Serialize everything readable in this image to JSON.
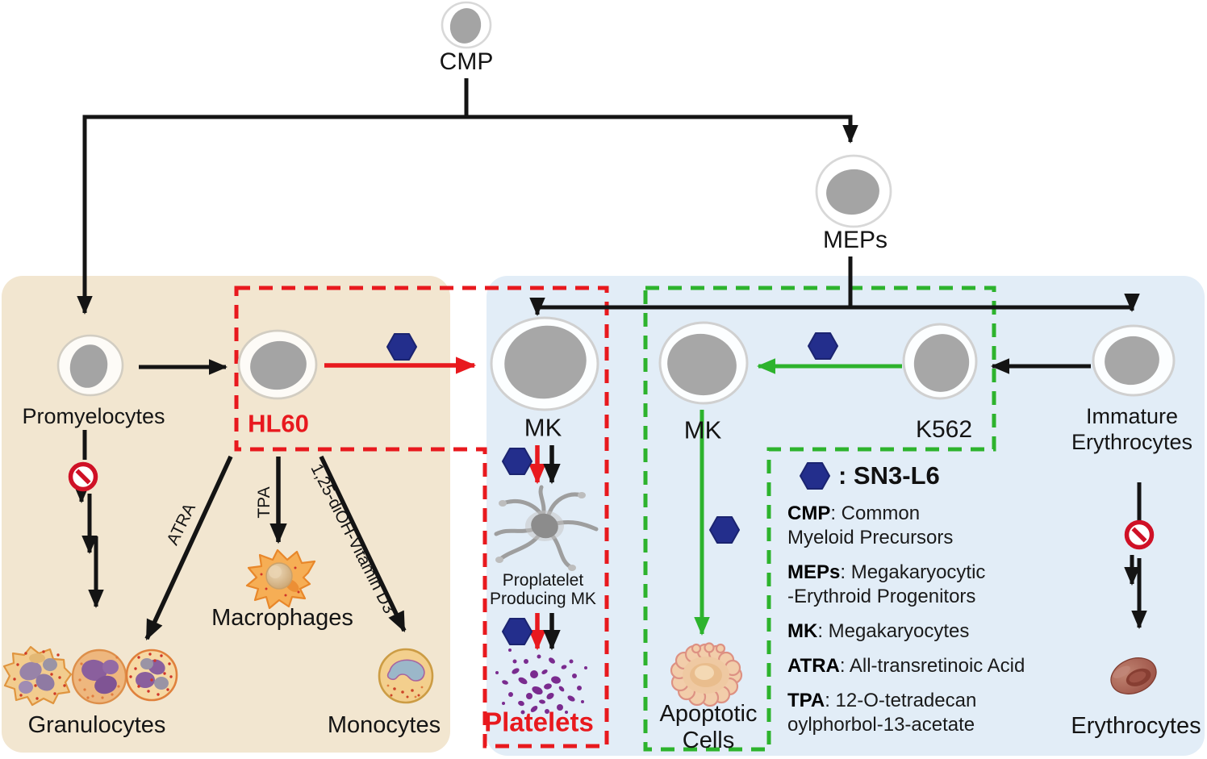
{
  "nodes": {
    "cmp": "CMP",
    "meps": "MEPs",
    "promyelocytes": "Promyelocytes",
    "hl60": "HL60",
    "mk_left": "MK",
    "mk_right": "MK",
    "k562": "K562",
    "immature_erythrocytes": "Immature\nErythrocytes",
    "proplatelet_mk": "Proplatelet\nProducing MK",
    "platelets": "Platelets",
    "apoptotic_cells": "Apoptotic\nCells",
    "granulocytes": "Granulocytes",
    "macrophages": "Macrophages",
    "monocytes": "Monocytes",
    "erythrocytes": "Erythrocytes"
  },
  "treatments": {
    "atra": "ATRA",
    "tpa": "TPA",
    "vitd3": "1,25-diOH-Vitamin D3"
  },
  "legend": {
    "symbol_label": ": SN3-L6",
    "entries": [
      {
        "term": "CMP",
        "def": ": Common\nMyeloid Precursors"
      },
      {
        "term": "MEPs",
        "def": ": Megakaryocytic\n-Erythroid Progenitors"
      },
      {
        "term": "MK",
        "def": ": Megakaryocytes"
      },
      {
        "term": "ATRA",
        "def": ": All-transretinoic Acid"
      },
      {
        "term": "TPA",
        "def": ": 12-O-tetradecan\noylphorbol-13-acetate"
      }
    ]
  },
  "colors": {
    "red": "#e8191e",
    "green": "#2db32d",
    "navy": "#232e8c",
    "tan": "#f2e6d0",
    "blue": "#e2edf7",
    "ink": "#141414"
  }
}
